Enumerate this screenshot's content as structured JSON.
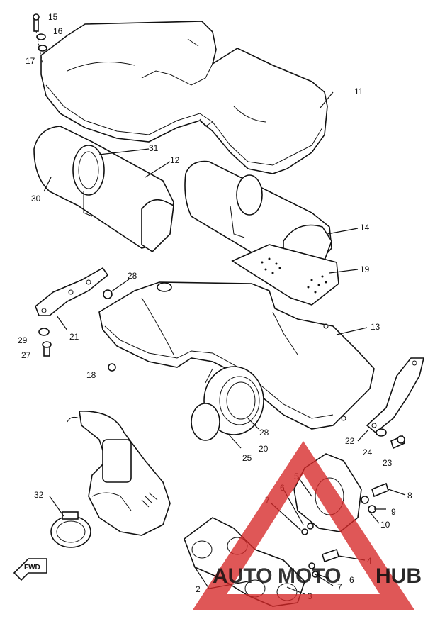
{
  "diagram": {
    "callouts": [
      {
        "id": "c15",
        "text": "15"
      },
      {
        "id": "c16",
        "text": "16"
      },
      {
        "id": "c17",
        "text": "17"
      },
      {
        "id": "c11",
        "text": "11"
      },
      {
        "id": "c31",
        "text": "31"
      },
      {
        "id": "c12",
        "text": "12"
      },
      {
        "id": "c30",
        "text": "30"
      },
      {
        "id": "c14",
        "text": "14"
      },
      {
        "id": "c19",
        "text": "19"
      },
      {
        "id": "c28a",
        "text": "28"
      },
      {
        "id": "c13",
        "text": "13"
      },
      {
        "id": "c29",
        "text": "29"
      },
      {
        "id": "c21",
        "text": "21"
      },
      {
        "id": "c27",
        "text": "27"
      },
      {
        "id": "c18",
        "text": "18"
      },
      {
        "id": "c28b",
        "text": "28"
      },
      {
        "id": "c22",
        "text": "22"
      },
      {
        "id": "c24",
        "text": "24"
      },
      {
        "id": "c23",
        "text": "23"
      },
      {
        "id": "c25",
        "text": "25"
      },
      {
        "id": "c20",
        "text": "20"
      },
      {
        "id": "c5",
        "text": "5"
      },
      {
        "id": "c8",
        "text": "8"
      },
      {
        "id": "c7a",
        "text": "7"
      },
      {
        "id": "c6a",
        "text": "6"
      },
      {
        "id": "c9",
        "text": "9"
      },
      {
        "id": "c10",
        "text": "10"
      },
      {
        "id": "c32",
        "text": "32"
      },
      {
        "id": "c4",
        "text": "4"
      },
      {
        "id": "c6b",
        "text": "6"
      },
      {
        "id": "c7b",
        "text": "7"
      },
      {
        "id": "c2",
        "text": "2"
      },
      {
        "id": "c3",
        "text": "3"
      }
    ],
    "direction_label": "FWD",
    "watermark": {
      "brand_auto": "AUTO",
      "brand_moto": "MOTO",
      "brand_hub": "HUB",
      "triangle_color": "#d62828",
      "text_auto_color": "#f2c27a",
      "text_moto_color": "#e89a92",
      "text_hub_color": "#6b6b6b"
    }
  }
}
